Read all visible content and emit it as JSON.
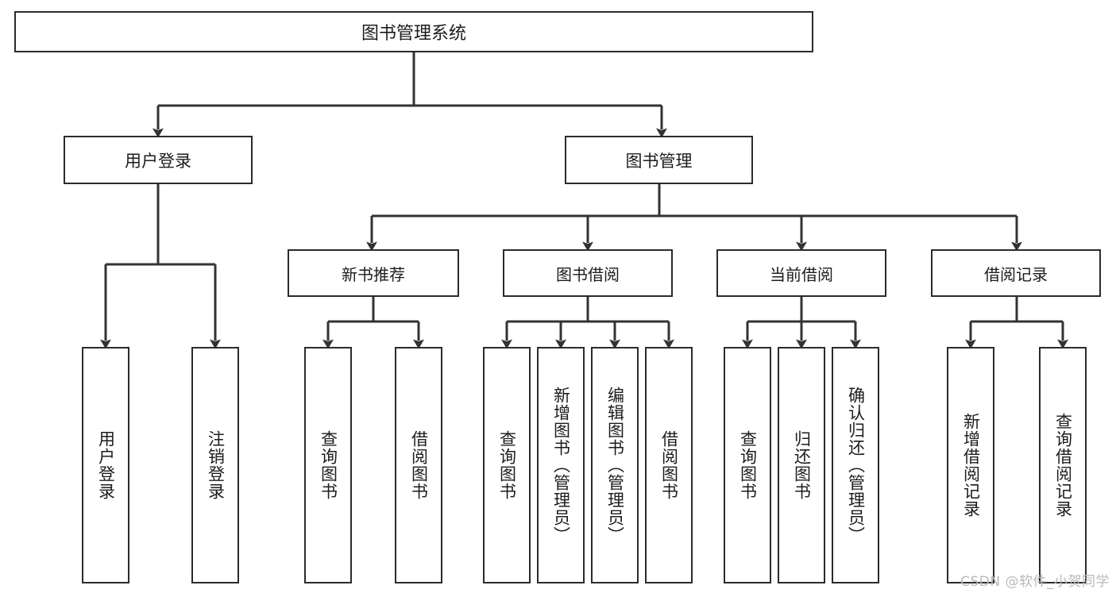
{
  "diagram": {
    "title": "图书管理系统",
    "type": "tree",
    "watermark": "CSDN @软件_小贺同学",
    "colors": {
      "box_border": "#2b2b2b",
      "box_fill": "#ffffff",
      "connector": "#333333",
      "text": "#1c1c1c",
      "watermark": "#b9b9b9"
    },
    "root": {
      "label": "图书管理系统"
    },
    "level2": [
      {
        "label": "用户登录"
      },
      {
        "label": "图书管理"
      }
    ],
    "level3": [
      {
        "label": "新书推荐"
      },
      {
        "label": "图书借阅"
      },
      {
        "label": "当前借阅"
      },
      {
        "label": "借阅记录"
      }
    ],
    "leaves": {
      "user_login": [
        {
          "label": "用户登录"
        },
        {
          "label": "注销登录"
        }
      ],
      "new_book": [
        {
          "label": "查询图书"
        },
        {
          "label": "借阅图书"
        }
      ],
      "borrow_book": [
        {
          "label": "查询图书"
        },
        {
          "label": "新增图书（管理员）"
        },
        {
          "label": "编辑图书（管理员）"
        },
        {
          "label": "借阅图书"
        }
      ],
      "current_borrow": [
        {
          "label": "查询图书"
        },
        {
          "label": "归还图书"
        },
        {
          "label": "确认归还（管理员）"
        }
      ],
      "borrow_record": [
        {
          "label": "新增借阅记录"
        },
        {
          "label": "查询借阅记录"
        }
      ]
    }
  }
}
